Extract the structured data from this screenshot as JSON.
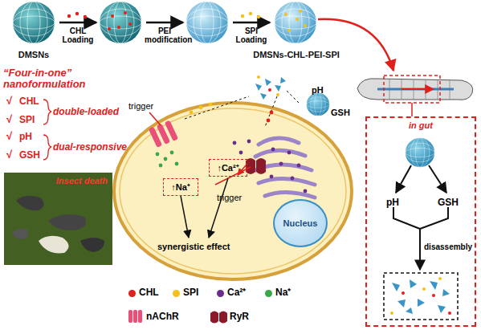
{
  "diagram": {
    "nodes": [
      {
        "text": [
          "DMSNs"
        ]
      },
      {
        "text": [
          "DMSNs-CHL-PEI-SPI"
        ]
      },
      {
        "text": [
          "↑Na⁺"
        ]
      },
      {
        "text": [
          "↑Ca²⁺"
        ]
      },
      {
        "text": [
          "Nucleus"
        ]
      },
      {
        "text": [
          "Insect death"
        ]
      },
      {
        "text": [
          "in gut"
        ]
      }
    ],
    "labels": [
      "CHL Loading",
      "PEI modification",
      "SPI Loading",
      "“Four-in-one” nanoformulation",
      "√",
      "CHL",
      "√",
      "SPI",
      "double-loaded",
      "√",
      "pH",
      "√",
      "GSH",
      "dual-responsive",
      "trigger",
      "trigger",
      "pH",
      "GSH",
      "synergistic effect",
      "pH",
      "GSH",
      "disassembly"
    ],
    "legend": [
      {
        "text": "CHL",
        "color": "#e0201c"
      },
      {
        "text": "SPI",
        "color": "#f2c21b"
      },
      {
        "text": "Ca²⁺",
        "color": "#6b2d8c"
      },
      {
        "text": "Na⁺",
        "color": "#3aa84a"
      },
      {
        "text": "nAChR"
      },
      {
        "text": "RyR"
      }
    ]
  }
}
